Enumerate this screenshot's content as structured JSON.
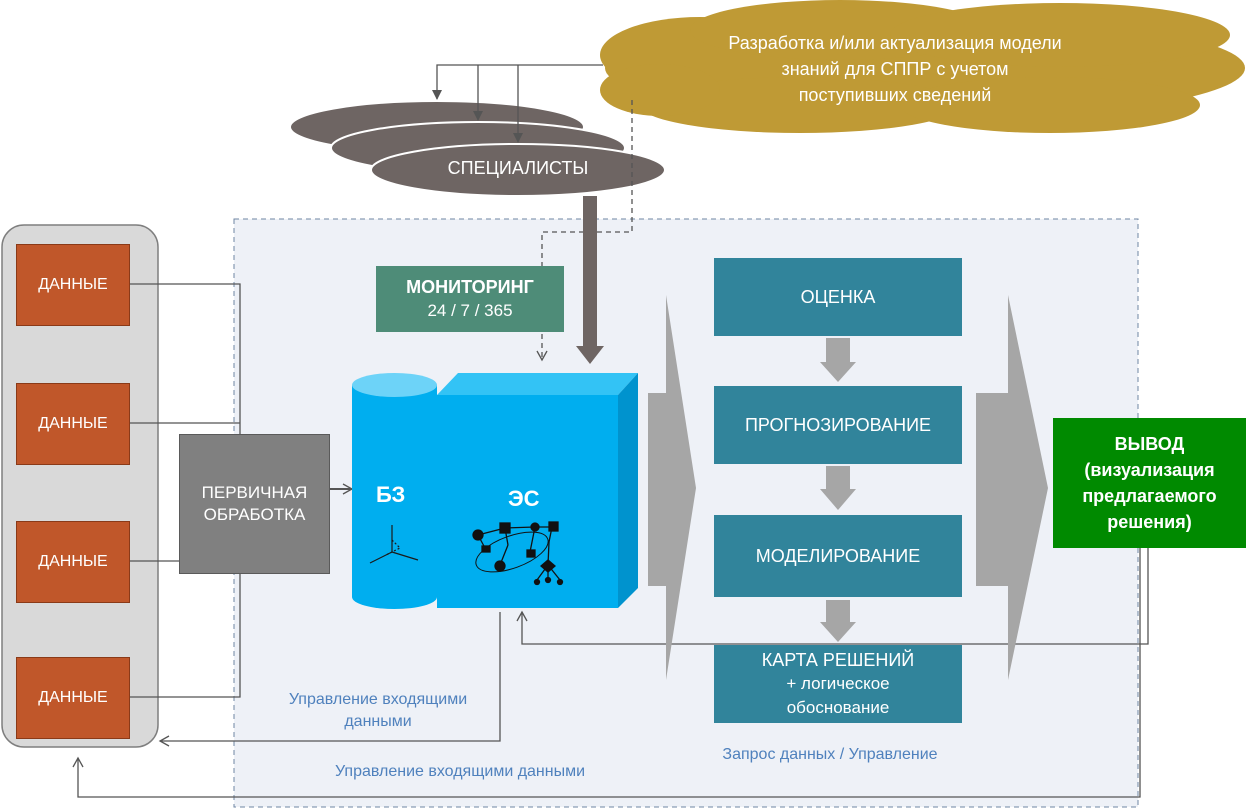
{
  "cloud": {
    "line1": "Разработка и/или актуализация модели",
    "line2": "знаний для СППР с учетом",
    "line3": "поступивших сведений"
  },
  "specialists": {
    "label": "СПЕЦИАЛИСТЫ"
  },
  "sources": {
    "items": [
      "ДАННЫЕ",
      "ДАННЫЕ",
      "ДАННЫЕ",
      "ДАННЫЕ"
    ]
  },
  "processing": {
    "line1": "ПЕРВИЧНАЯ",
    "line2": "ОБРАБОТКА"
  },
  "monitoring": {
    "title": "МОНИТОРИНГ",
    "subtitle": "24 / 7 / 365"
  },
  "kb": {
    "label": "БЗ"
  },
  "es": {
    "label": "ЭС"
  },
  "steps": {
    "assessment": "ОЦЕНКА",
    "forecasting": "ПРОГНОЗИРОВАНИЕ",
    "modeling": "МОДЕЛИРОВАНИЕ",
    "map_line1": "КАРТА РЕШЕНИЙ",
    "map_line2": "+ логическое",
    "map_line3": "обоснование"
  },
  "output": {
    "line1": "ВЫВОД",
    "line2": "(визуализация",
    "line3": "предлагаемого",
    "line4": "решения)"
  },
  "captions": {
    "incoming_inner_line1": "Управление входящими",
    "incoming_inner_line2": "данными",
    "incoming_outer": "Управление входящими данными",
    "request": "Запрос данных / Управление"
  },
  "colors": {
    "data": "#c0572a",
    "process": "#808080",
    "step": "#31849b",
    "monitoring": "#4e8c78",
    "output": "#008a00",
    "cloud": "#bf9a35",
    "specialists": "#6e6563",
    "cyan": "#00aeef",
    "caption": "#4f81bd"
  }
}
